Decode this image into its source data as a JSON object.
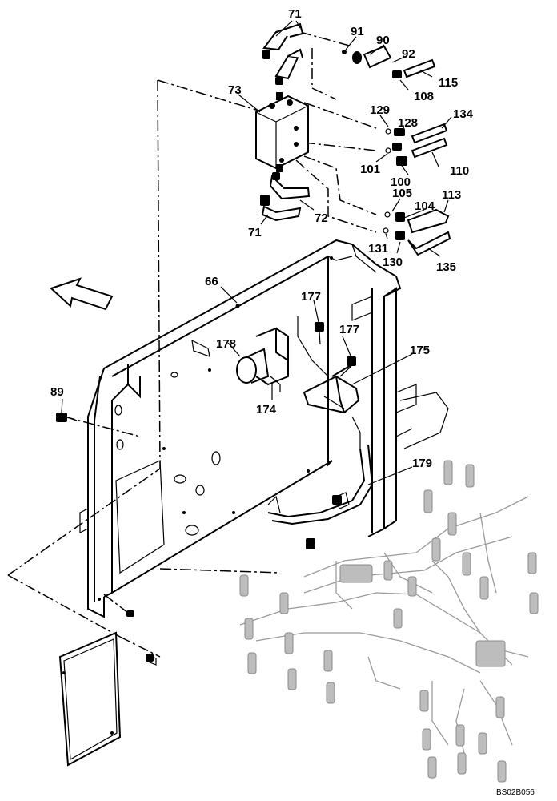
{
  "callouts": {
    "c71_top": "71",
    "c91": "91",
    "c90": "90",
    "c92": "92",
    "c73": "73",
    "c115": "115",
    "c108": "108",
    "c129": "129",
    "c134": "134",
    "c128": "128",
    "c101": "101",
    "c100": "100",
    "c110": "110",
    "c105": "105",
    "c113": "113",
    "c104": "104",
    "c72": "72",
    "c71_bottom": "71",
    "c131": "131",
    "c130": "130",
    "c135": "135",
    "c66": "66",
    "c177_a": "177",
    "c177_b": "177",
    "c178": "178",
    "c175": "175",
    "c89": "89",
    "c174": "174",
    "c179": "179"
  },
  "drawing_code": "BS02B056"
}
